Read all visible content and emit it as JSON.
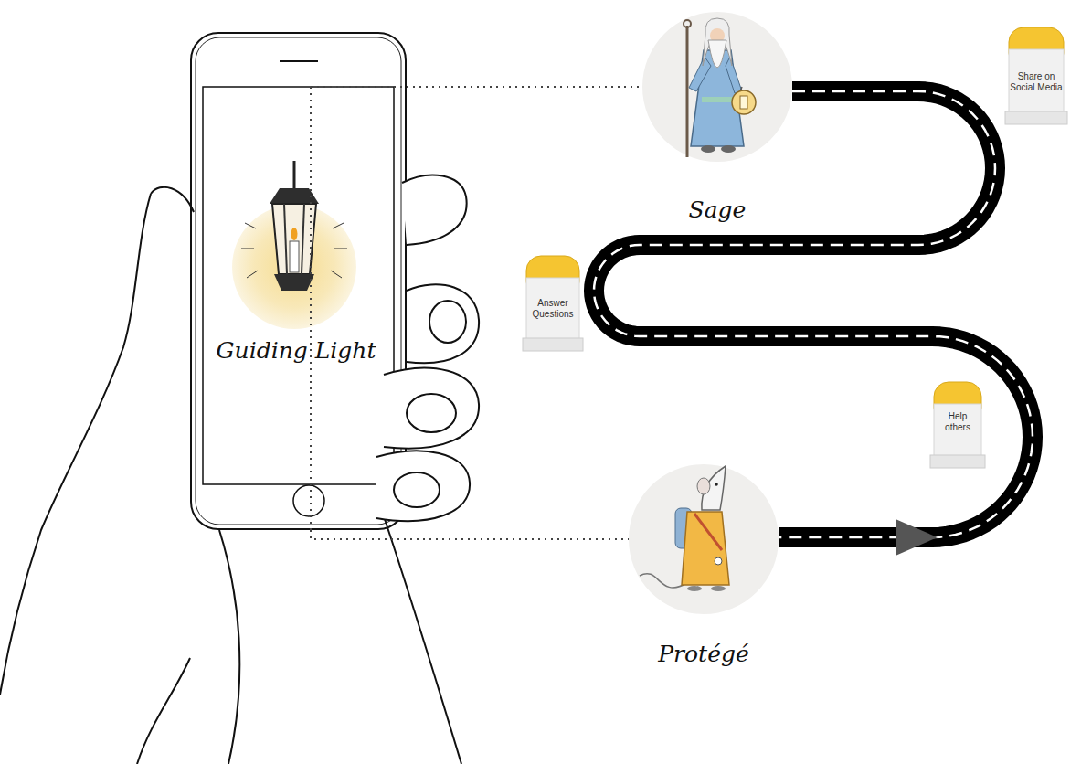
{
  "diagram": {
    "nodes": [
      {
        "text": [
          "Guiding Light"
        ]
      },
      {
        "text": [
          "Sage"
        ]
      },
      {
        "text": [
          "Share on Social Media"
        ]
      },
      {
        "text": [
          "Answer Questions"
        ]
      },
      {
        "text": [
          "Help others"
        ]
      },
      {
        "text": [
          "Protégé"
        ]
      }
    ],
    "edges": [
      {
        "from": 0,
        "to": 1,
        "arrow": "none"
      },
      {
        "from": 0,
        "to": 5,
        "arrow": "none"
      },
      {
        "from": 1,
        "to": 5,
        "arrow": "to"
      }
    ]
  }
}
